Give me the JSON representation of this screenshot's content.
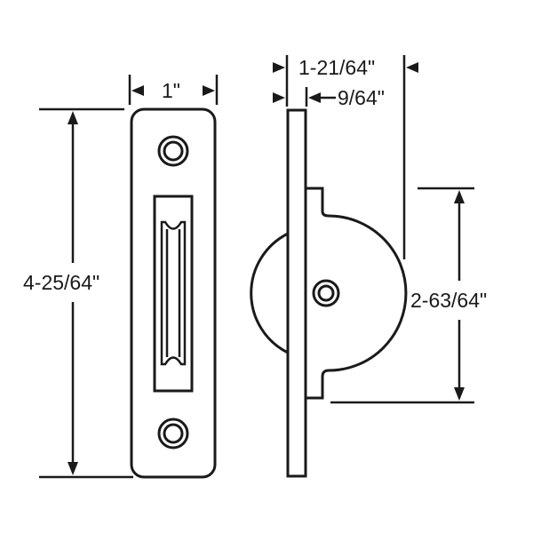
{
  "diagram": {
    "subject": "sash pulley technical drawing",
    "views": [
      "front-view",
      "side-view"
    ],
    "line_color": "#1a1a1a",
    "background": "#ffffff",
    "dimensions": {
      "width": "1\"",
      "height": "4-25/64\"",
      "depth_overall": "1-21/64\"",
      "faceplate_thickness": "9/64\"",
      "wheel_height": "2-63/64\""
    }
  }
}
